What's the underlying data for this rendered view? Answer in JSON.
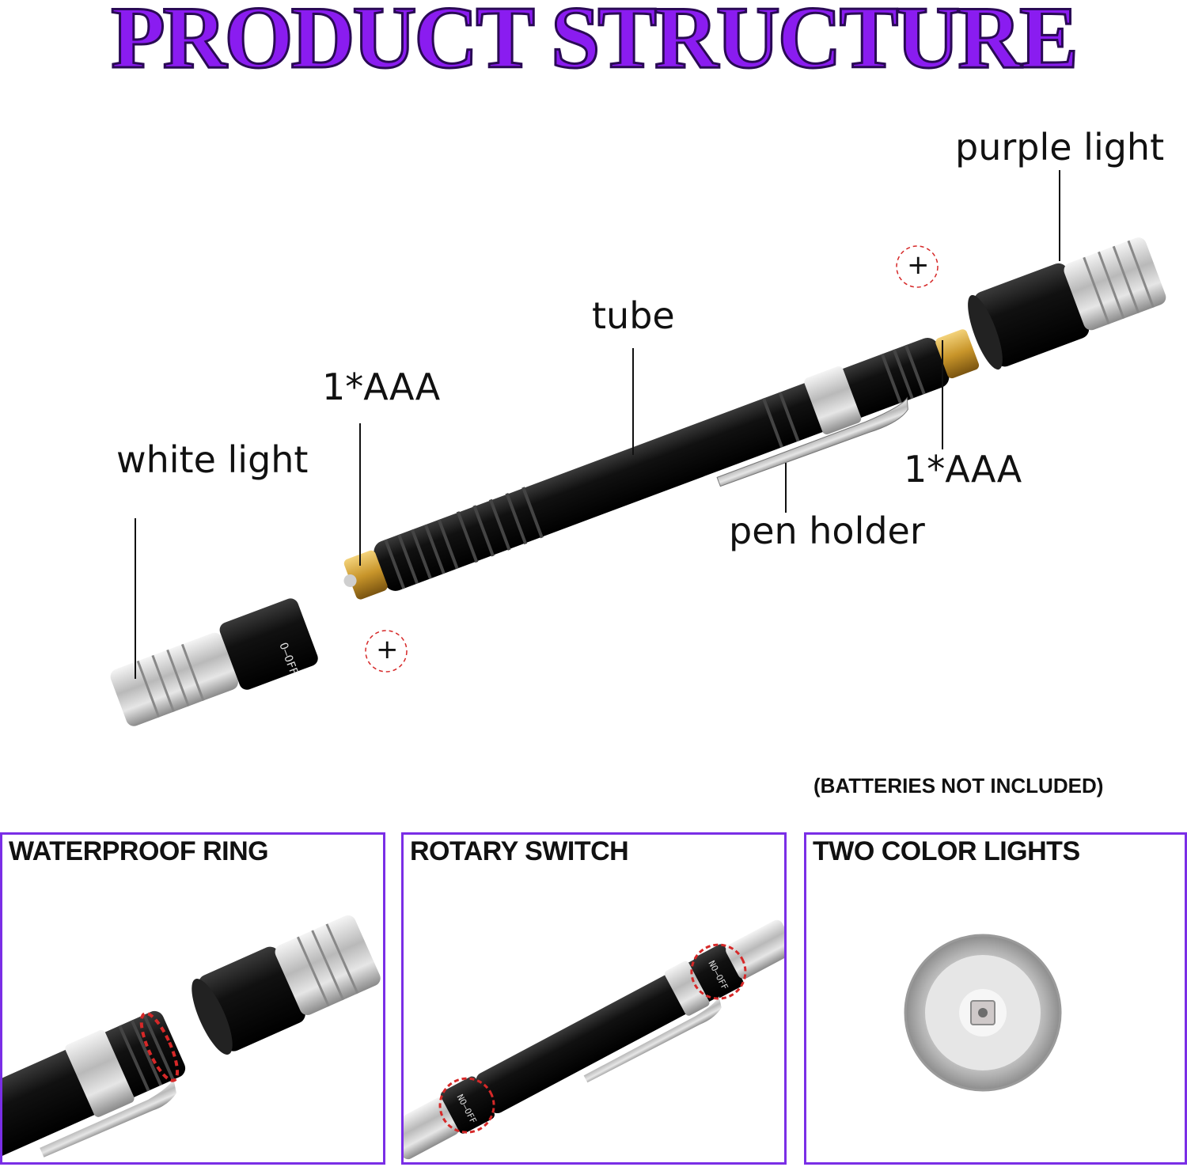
{
  "title": "PRODUCT STRUCTURE",
  "labels": {
    "purple_light": "purple light",
    "tube": "tube",
    "aaa_left": "1*AAA",
    "white_light": "white light",
    "aaa_right": "1*AAA",
    "pen_holder": "pen holder",
    "plus_top": "+",
    "plus_bottom": "+",
    "switch_text": "O—OFF"
  },
  "note": "(BATTERIES NOT INCLUDED)",
  "panels": [
    {
      "title": "WATERPROOF RING"
    },
    {
      "title": "ROTARY SWITCH",
      "switch_text": "NO—OFF"
    },
    {
      "title": "TWO COLOR LIGHTS"
    }
  ],
  "colors": {
    "title_fill": "#8a1cf0",
    "panel_border": "#7a2ee6",
    "marker_red": "#d62828",
    "brass": "#c8952a"
  }
}
